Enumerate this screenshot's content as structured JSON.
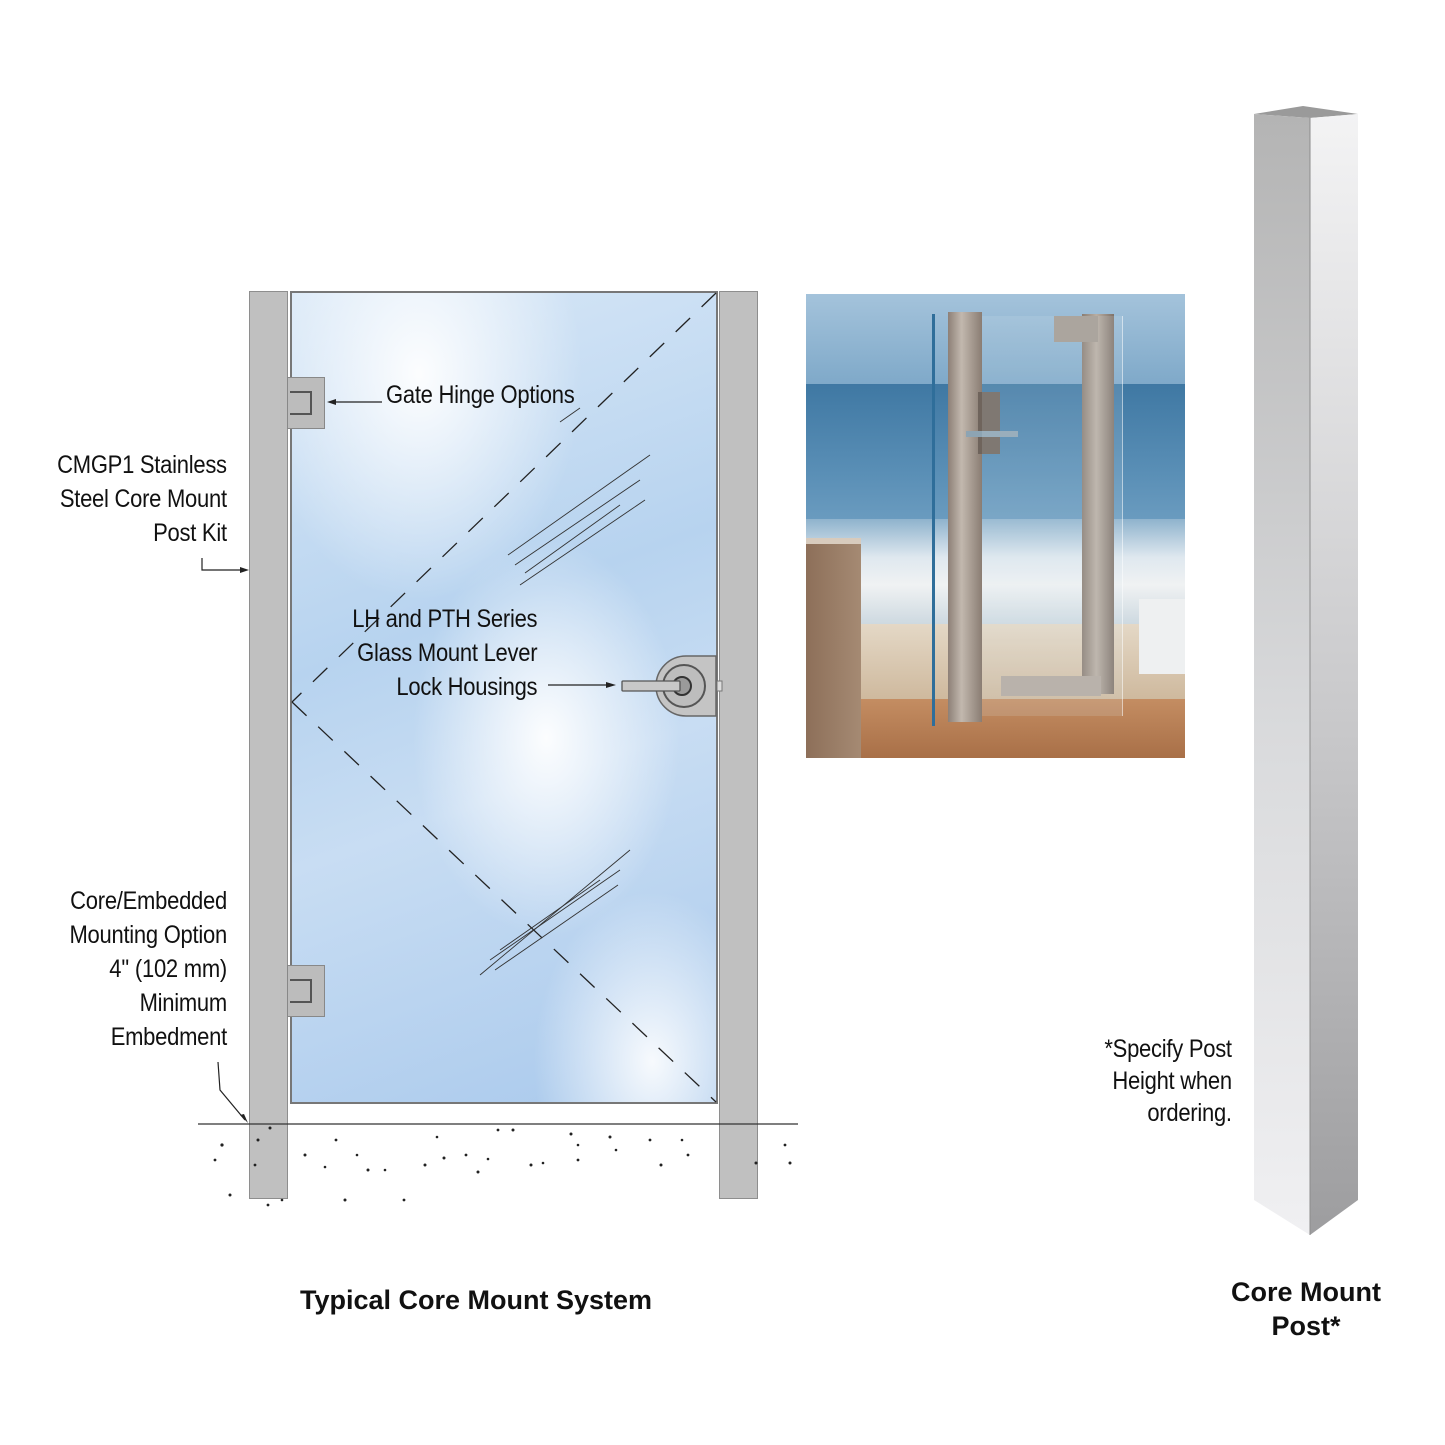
{
  "diagram": {
    "main_caption": "Typical Core Mount System",
    "post_caption_line1": "Core Mount",
    "post_caption_line2": "Post*",
    "labels": {
      "post_kit": [
        "CMGP1 Stainless",
        "Steel Core Mount",
        "Post Kit"
      ],
      "hinge": "Gate Hinge Options",
      "lock": [
        "LH and PTH Series",
        "Glass Mount Lever",
        "Lock Housings"
      ],
      "embed": [
        "Core/Embedded",
        "Mounting Option",
        "4'' (102 mm)",
        "Minimum",
        "Embedment"
      ],
      "specify": [
        "*Specify Post",
        "Height when",
        "ordering."
      ]
    },
    "components": [
      {
        "name": "left-post",
        "type": "square stainless post"
      },
      {
        "name": "right-post",
        "type": "square stainless post"
      },
      {
        "name": "glass-panel",
        "type": "glass gate panel"
      },
      {
        "name": "upper-hinge",
        "type": "gate hinge"
      },
      {
        "name": "lower-hinge",
        "type": "gate hinge"
      },
      {
        "name": "lever-lock",
        "type": "glass mount lever lock housing"
      },
      {
        "name": "ground-line",
        "type": "grade / concrete"
      },
      {
        "name": "beach-photo",
        "type": "installed example photo"
      },
      {
        "name": "core-mount-post",
        "type": "3D post render"
      }
    ],
    "colors": {
      "post": "#c0c0c0",
      "post_edge": "#8e8e8e",
      "glass_blue": "#b7d3ef",
      "text": "#111111",
      "sea": "#4f86ad",
      "sand": "#d9c7b0",
      "deck": "#b7805a"
    }
  }
}
